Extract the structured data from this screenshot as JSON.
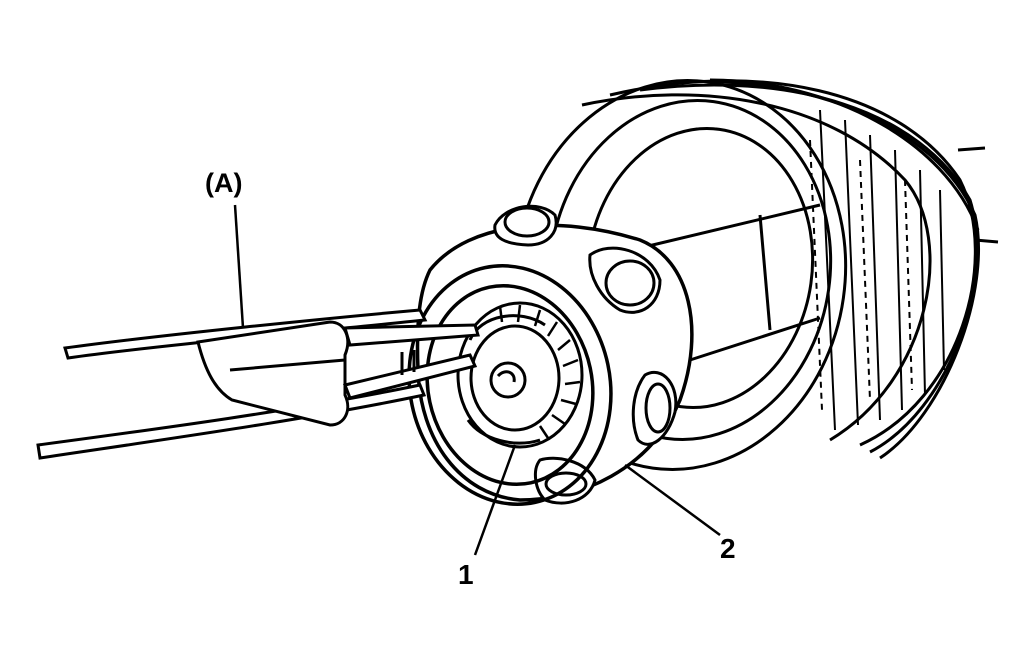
{
  "callouts": {
    "tool_a": "(A)",
    "part_1": "1",
    "part_2": "2"
  },
  "colors": {
    "line": "#000000",
    "background": "#ffffff"
  }
}
